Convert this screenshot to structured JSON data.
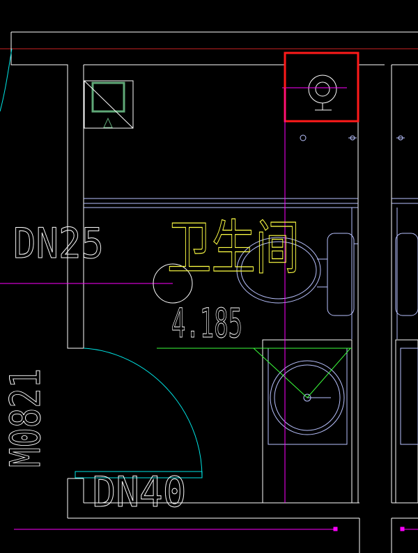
{
  "drawing": {
    "room_name": "卫生间",
    "elevation": "4.185",
    "pipe_label_left": "DN25",
    "pipe_label_bottom": "DN40",
    "door_tag": "M0821"
  },
  "colors": {
    "background": "#000000",
    "wall": "#ffffff",
    "fixture": "#b9c2ff",
    "pipe": "#ff00ff",
    "door": "#00e5e5",
    "text": "#ffff44",
    "green": "#3cff3c",
    "floor_drain": "#5fa877",
    "highlight": "#ff1a1a",
    "axis": "#cc2222"
  },
  "icons": {
    "floor_drain": "floor-drain-icon",
    "riser": "riser-pipe-icon",
    "toilet": "toilet-icon",
    "basin": "basin-icon",
    "door_swing": "door-swing-icon"
  }
}
